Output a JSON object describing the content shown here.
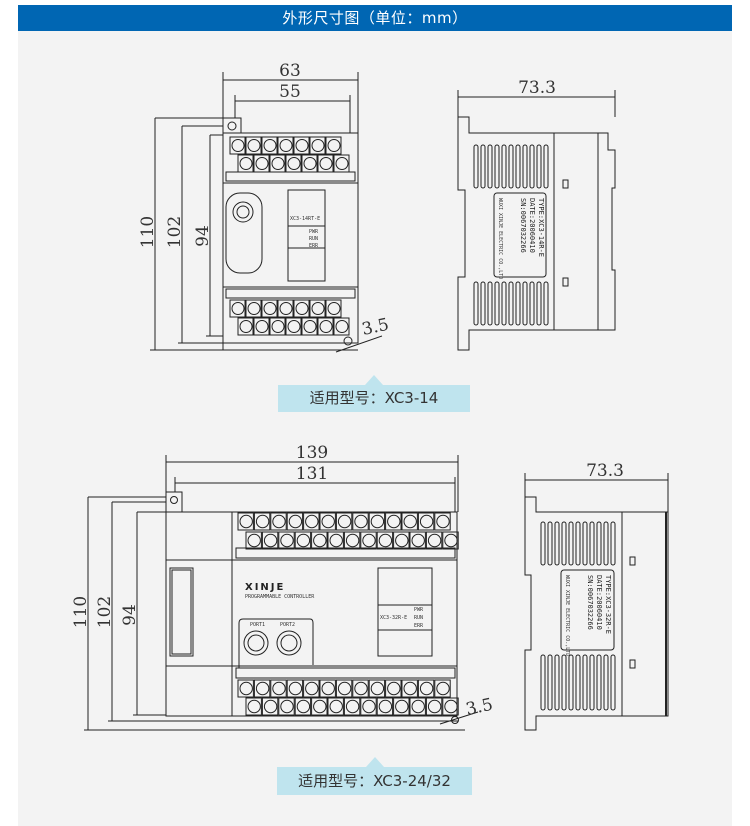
{
  "header": {
    "title": "外形尺寸图（单位：mm）"
  },
  "drawings": [
    {
      "front": {
        "width_outer": "63",
        "width_mount": "55",
        "height_outer": "110",
        "height_mount": "102",
        "height_body": "94",
        "hole": "3.5",
        "model": "XC3-14RT-E",
        "leds": [
          "PWR",
          "RUN",
          "ERR"
        ]
      },
      "side": {
        "depth": "73.3",
        "label_lines": [
          "TYPE:XC3-14R-E",
          "DATE:20060410",
          "SN:0067032266",
          "WUXI XINJE ELECTRIC CO.,LTD"
        ]
      },
      "caption": "适用型号：XC3-14"
    },
    {
      "front": {
        "width_outer": "139",
        "width_mount": "131",
        "height_outer": "110",
        "height_mount": "102",
        "height_body": "94",
        "hole": "3.5",
        "brand": "XINJE",
        "subtitle": "PROGRAMMABLE CONTROLLER",
        "ports": [
          "PORT1",
          "PORT2"
        ],
        "model": "XC3-32R-E",
        "leds": [
          "PWR",
          "RUN",
          "ERR"
        ]
      },
      "side": {
        "depth": "73.3",
        "label_lines": [
          "TYPE:XC3-32R-E",
          "DATE:20060410",
          "SN:0067032266",
          "WUXI XINJE ELECTRIC CO.,LTD"
        ]
      },
      "caption": "适用型号：XC3-24/32"
    }
  ]
}
